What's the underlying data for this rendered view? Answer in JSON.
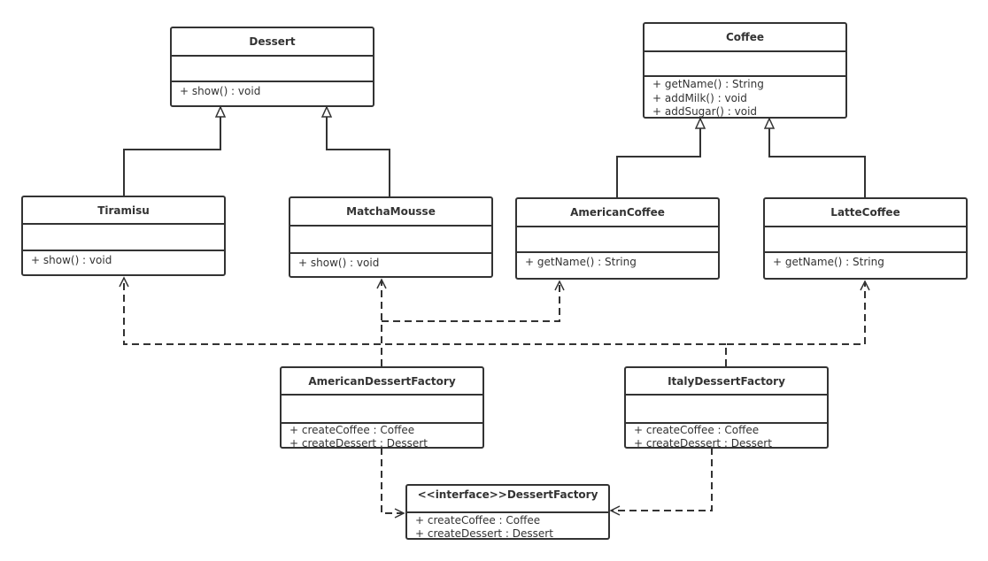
{
  "classes": {
    "dessert": {
      "name": "Dessert",
      "methods": [
        "+ show() : void"
      ]
    },
    "coffee": {
      "name": "Coffee",
      "methods": [
        "+ getName() : String",
        "+ addMilk() : void",
        "+ addSugar() : void"
      ]
    },
    "tiramisu": {
      "name": "Tiramisu",
      "methods": [
        "+ show() : void"
      ]
    },
    "matcha": {
      "name": "MatchaMousse",
      "methods": [
        "+ show() : void"
      ]
    },
    "american_coffee": {
      "name": "AmericanCoffee",
      "methods": [
        "+ getName() : String"
      ]
    },
    "latte": {
      "name": "LatteCoffee",
      "methods": [
        "+ getName() : String"
      ]
    },
    "american_factory": {
      "name": "AmericanDessertFactory",
      "methods": [
        "+ createCoffee : Coffee",
        "+ createDessert : Dessert"
      ]
    },
    "italy_factory": {
      "name": "ItalyDessertFactory",
      "methods": [
        "+ createCoffee : Coffee",
        "+ createDessert : Dessert"
      ]
    },
    "factory_interface": {
      "name": "<<interface>>DessertFactory",
      "methods": [
        "+ createCoffee : Coffee",
        "+ createDessert : Dessert"
      ]
    }
  },
  "colors": {
    "stroke": "#333333",
    "background": "#ffffff"
  }
}
